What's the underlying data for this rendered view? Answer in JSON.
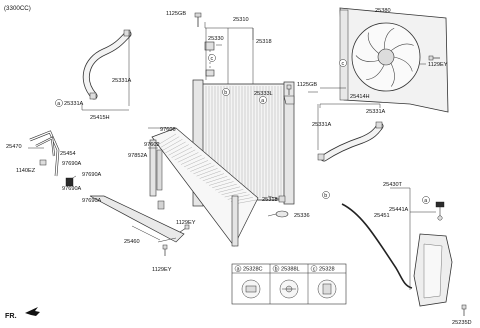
{
  "diagram": {
    "engine_header": "(3300CC)",
    "front_label": "FR.",
    "part_numbers": {
      "p25310": "25310",
      "p25318_top": "25318",
      "p25330": "25330",
      "p1125GB_top": "1125GB",
      "p1125GB_mid": "1125GB",
      "p25331A_hose_l": "25331A",
      "p25331A_l_circle": "25331A",
      "p25415H": "25415H",
      "p25333L": "25333L",
      "p25380": "25380",
      "p1129EY_fan": "1129EY",
      "p25414H": "25414H",
      "p25331A_r1": "25331A",
      "p25331A_r2": "25331A",
      "p97606": "97606",
      "p97602": "97602",
      "p97852A": "97852A",
      "p25470": "25470",
      "p25454": "25454",
      "p1140EZ": "1140EZ",
      "p97690A_1": "97690A",
      "p97690A_2": "97690A",
      "p97690A_3": "97690A",
      "p97690A_4": "97690A",
      "p25318_bot": "25318",
      "p25336": "25336",
      "p25430T": "25430T",
      "p25441A": "25441A",
      "p25451": "25451",
      "p1129EY_cond": "1129EY",
      "p25460": "25460",
      "p1129EY_bot": "1129EY",
      "p25235D": "25235D"
    },
    "callouts": {
      "a": "a",
      "b": "b",
      "c": "c"
    },
    "legend": {
      "col_a": "25328C",
      "col_b": "25388L",
      "col_c": "25328"
    }
  }
}
